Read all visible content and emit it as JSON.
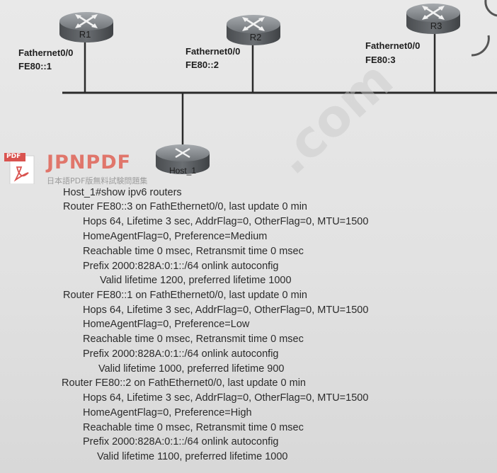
{
  "routers": [
    {
      "label": "R1",
      "iface": "Fathernet0/0",
      "addr": "FE80::1"
    },
    {
      "label": "R2",
      "iface": "Fathernet0/0",
      "addr": "FE80::2"
    },
    {
      "label": "R3",
      "iface": "Fathernet0/0",
      "addr": "FE80:3"
    }
  ],
  "host": {
    "label": "Host_1"
  },
  "watermark": {
    "brand": "JPNPDF",
    "subtitle": "日本語PDF版無料試験問題集",
    "pdf_badge": "PDF",
    "com": ".com"
  },
  "output_lines": [
    "Host_1#show ipv6 routers",
    "Router FE80::3 on FathEthernet0/0, last update 0 min",
    "Hops 64, Lifetime 3 sec, AddrFlag=0, OtherFlag=0, MTU=1500",
    "HomeAgentFlag=0, Preference=Medium",
    "Reachable time 0 msec, Retransmit time 0 msec",
    "Prefix 2000:828A:0:1::/64 onlink autoconfig",
    "Valid lifetime 1200, preferred lifetime 1000",
    "Router FE80::1 on FathEthernet0/0, last update 0 min",
    "Hops 64, Lifetime 3 sec, AddrFlag=0, OtherFlag=0, MTU=1500",
    "HomeAgentFlag=0, Preference=Low",
    "Reachable time 0 msec, Retransmit time 0 msec",
    "Prefix 2000:828A:0:1::/64 onlink autoconfig",
    "Valid lifetime 1000, preferred lifetime 900",
    "Router FE80::2 on FathEthernet0/0, last update 0 min",
    "Hops 64, Lifetime 3 sec, AddrFlag=0, OtherFlag=0, MTU=1500",
    "HomeAgentFlag=0, Preference=High",
    "Reachable time 0 msec, Retransmit time 0 msec",
    "Prefix 2000:828A:0:1::/64 onlink autoconfig",
    "Valid lifetime 1100, preferred lifetime 1000"
  ],
  "colors": {
    "router_body": "#5d6063",
    "router_top": "#8e9296",
    "line": "#2a2a2a",
    "watermark_red": "#e06a5e"
  }
}
